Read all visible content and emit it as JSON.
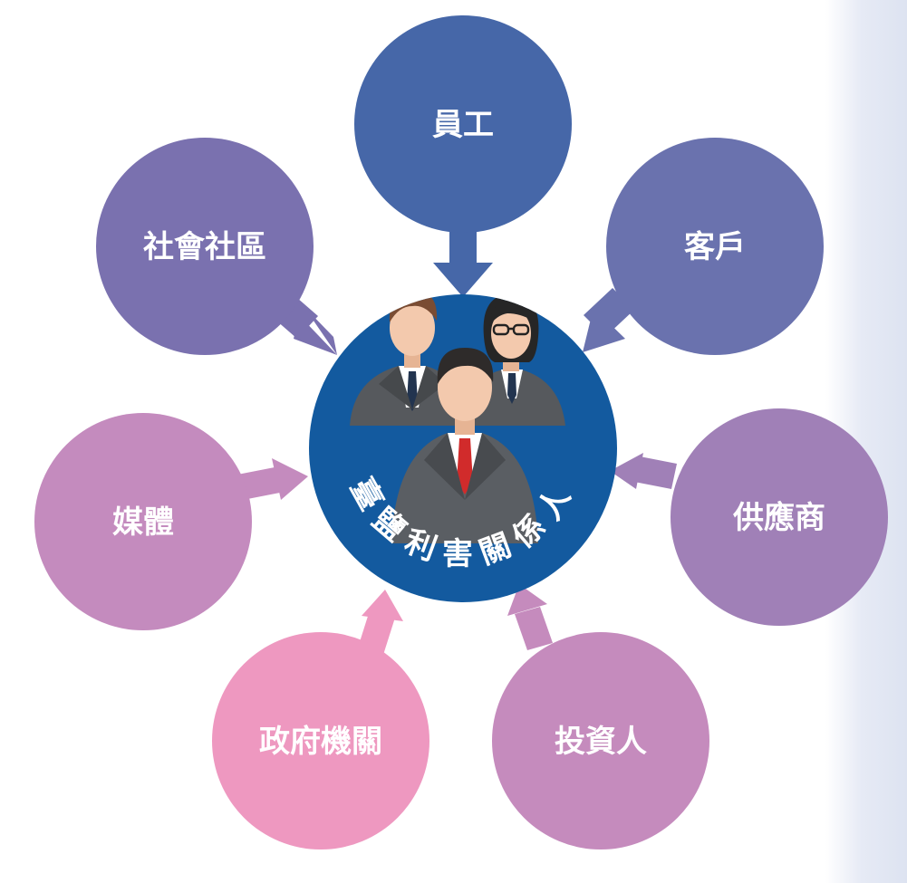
{
  "diagram": {
    "center": {
      "title": "臺鹽利害關係人",
      "color": "#135a9f"
    },
    "nodes": [
      {
        "id": "employees",
        "label": "員工",
        "color": "#4667a8"
      },
      {
        "id": "customers",
        "label": "客戶",
        "color": "#6a72ae"
      },
      {
        "id": "suppliers",
        "label": "供應商",
        "color": "#a080b7"
      },
      {
        "id": "investors",
        "label": "投資人",
        "color": "#c58bbd"
      },
      {
        "id": "government",
        "label": "政府機關",
        "color": "#ee98c0"
      },
      {
        "id": "media",
        "label": "媒體",
        "color": "#c48bbe"
      },
      {
        "id": "community",
        "label": "社會社區",
        "color": "#7a71af"
      }
    ]
  }
}
